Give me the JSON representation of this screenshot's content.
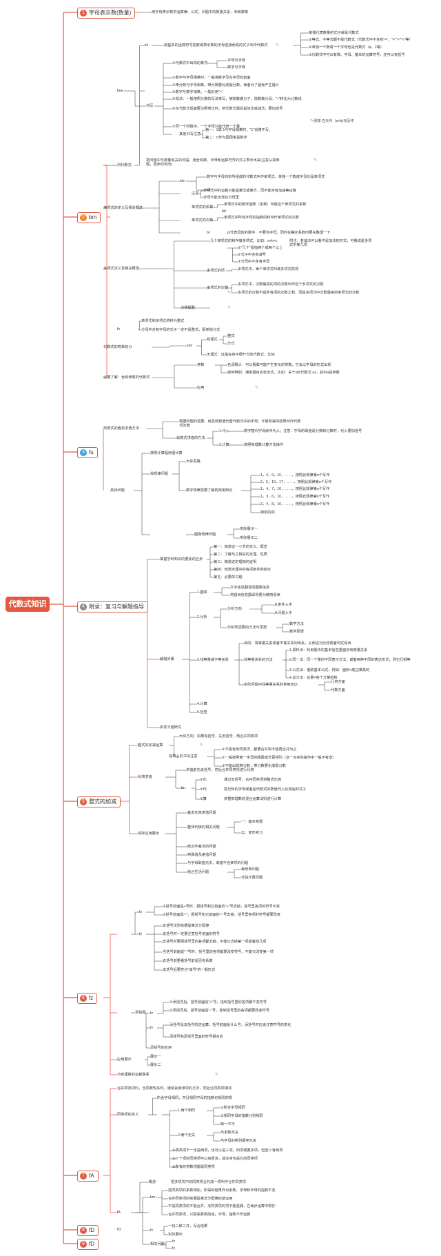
{
  "colors": {
    "root": "#e3583f",
    "branch_border": "#e3583f",
    "badges": [
      "#e3583f",
      "#e58a2c",
      "#35a7d8",
      "#8a8a8a",
      "#e3583f",
      "#e3583f",
      "#e3583f",
      "#e3583f",
      "#e3583f"
    ],
    "line": "#4a4a4a",
    "branch_line": "#e3583f"
  },
  "root": "代数式知识",
  "branches": [
    {
      "num": "1",
      "label": "字母表示数(数量)"
    },
    {
      "num": "2",
      "label": "bm"
    },
    {
      "num": "3",
      "label": "fu"
    },
    {
      "num": "4",
      "label": "附录：复习与解题指导"
    },
    {
      "num": "5",
      "label": "整式的加减"
    },
    {
      "num": "6",
      "label": "fz"
    },
    {
      "num": "7",
      "label": "fA"
    },
    {
      "num": "8",
      "label": "fD"
    },
    {
      "num": "9",
      "label": "fD"
    }
  ],
  "texts": [
    "用字母表示数学运算律、公式、问题中的数量关系、未知数等",
    "kk",
    "用基本的运算符号把数或表示数的字母连接而成的式子叫作代数式",
    "单独代表数量的式子就是代数式",
    "①等式、不等式都不是代数式（代数式中不含有\"=\"、\"≠\"\">\"\"<\"等）",
    "②单独一个数或一个字母也是代数式（a、2等）",
    "③代数式中可以有数、字母、基本的运算符号，还可以有括号",
    "bea",
    "书写",
    "①代数式中出现的乘号",
    "字母与字母",
    "数字与字母",
    "②数字与字母相乘时，一般将数字写在字母的前面",
    "③带分数与字母相乘，带分数要化成假分数，读者为了避免产生疑义",
    "④数字与数字相乘，一般仍用\"×\"",
    "⑤除法：一般按照分数的写法来写，被除数做分子，除数做分母，\"÷\"转化为分数线",
    "⑥在代数式后面要注明单位时，若代数式最后是加法或减法，要加括号",
    "例如 五元与（a+b)元写作",
    "⑦同一个问题中，一个字母只能代表一个量",
    "其他书写注意",
    "第一：1或-1与字母相乘时，\"1\"省略不写。",
    "第二：π作为圆周率是数字",
    "列代数式",
    "把问题中与数量有关的词语，用含有数、字母和运算符号的式子表示出来(注意从简单题，逐步的列出)",
    "单项式的定义及相关概念",
    "bb",
    "数字与字母的积所组成的代数式叫作单项式，单独一个数或字母也是单项式",
    "注意",
    "单项式中的运算只能是乘法或乘方，而不能含有加减等运算",
    "字母不能出现在分母里",
    "单项式的系数",
    "单项式中的数字因数（系数）叫做这个单项式的系数",
    "bd",
    "单项式的次数",
    "单项式中所有字母的指数的和叫作单项式的次数",
    "kb",
    "bt",
    "pi代表具体的数字，不要当字母；同时在确定系数时要先整理一下",
    "多项式定义及相关概念",
    "几个单项式的和叫做多项式，比如：a+b+c",
    "附注：若减法可以看作是加法的形式，可看成是多项式中某几项",
    "①\"几个\"是指两个或两个以上",
    "②式子中含有减号",
    "③分母中不含有字母",
    "多项式的项",
    "多项式中，每个单项式叫做多项式的项",
    "多项式的次数",
    "多项式中，次数最高的项的次数叫作这个多项式的次数",
    "多项式的次数不是所有项的次数之和，而是多项式中次数最高的单项式的次数",
    "点拨提醒",
    "fz",
    "单项式和多项式统称为整式",
    "分母中含有字母的式子一定不是整式，即单独分式",
    "代数式的简单划分",
    "bm",
    "有理式",
    "整式",
    "分式",
    "无理式：这指在有平根开方的代数式，比如",
    "必要了解：含有参数的代数式",
    "参数",
    "名词释义：可以看做可能产生变化的常数，它会以字母的形式出现",
    "如何辨别：通常题目会告诉式，比如：关于x的代数式 ax，其中a是参数",
    "应用",
    "代数式的值及求值方法",
    "根据问题的需要，用具体数值代替代数式中的字母，计算所得的结果叫作代数式的值",
    "代数式求值的方法",
    "1.代入",
    "数字替代字母就叫代入；注意：字母的取值是分数和分数时，代入要加括号",
    "2.计算",
    "按照有理数计算方法操作",
    "具体问题",
    "按照计算程序图计算",
    "找规律问题",
    "大体思路",
    "数字规律需要了解的常用知识",
    "1，4，9，16，……，按照此规律第n个写作",
    "2，5，10，17，……，按照此规律第n个写作",
    "1，4，7，10，……，按照此规律第n个写作",
    "1，3，6，10，……，按照此规律第n个写作",
    "2，4，8，16，……，按照此规律第n个写作",
    "特别的的",
    "图像规律问题",
    "实际展示一",
    "实际展示二",
    "掌握学科知识的要素的五步",
    "第一：知道这一小节的定义、概念",
    "第二：了解与之相关的定理、性质",
    "第三：知道这定理如何证明",
    "第四：知道定理中的各项条件和结论",
    "第五：必要的习题",
    "解题步骤",
    "1.翻译",
    "文字信息翻译成图像信息",
    "将题目信息翻译得更为精简易读",
    "2.分析",
    "分析方向",
    "从条件入手",
    "从问题入手",
    "分析所需要的方法与思想",
    "数学方法",
    "数学思想",
    "3.找等量或不等关系",
    "目的：将等量关系或者不等关系列出来，从而进行比较或者列式得出",
    "找等量关系的方法",
    "1.原料法：利用题中的基本信息里面存有等量关系",
    "2.同一法：同一个量的不同表示方法，或者两种不同的表达形式，则它们相等",
    "3.公式法：借助基本公式，例如：面积=底边乘高的",
    "4.总分法：总量=各个分量的和",
    "实际问题中找等量关系的常用知识",
    "几何方面",
    "代数方面",
    "4.计算",
    "5.检查",
    "启发习题研究",
    "整式的加减运算",
    "大体方向：如果有括号，先去括号，再合并同类项",
    "成果上的书写注意",
    "①不能含有同类项，都要合并到不能再合并为止",
    "②一般按照某一字母的降幂或升幂排列（这一点实际操作中一般不考虑）",
    "③不能出现带分数，带分数要化成假分数",
    "化简求值",
    "求值前先去括号，然后合并同类项进行化简",
    "fz",
    "①化",
    "通过去括号，合并同类项将整式化简",
    "②代",
    "把已知的字母或者是代数式的数值代入化简后的式子",
    "③算",
    "依据有理数的混合运算法则进行计算",
    "实际应用展示",
    "基本化简求值问题",
    "整体代换的相关问题",
    "一：基本考题",
    "二：变形考习",
    "结合作差法的问题",
    "特殊值及差值问题",
    "与字母取值无关，或者不含某项的问题",
    "结合生活问题",
    "每份单问题",
    "分段计费问题",
    "fz",
    "①括号前面是+号时，把括号和它前面的\"+\"号去掉，括号里各项的符号不变",
    "②括号前面是\"-\"，把括号和它前面的\"-\"号去掉，括号里各项的符号都要改变",
    "fy",
    "去括号法则依据是乘法分配律",
    "去括号时一定要注意括号前面的符号",
    "去括号时要把括号里的各项都去掉，不能只去掉第一项或者前几项",
    "当括号前面是\"-\"号时，括号里的各项都要改变符号，不能只改变第一项",
    "去括号前要看括号前是否有系数",
    "去括号后要符合\"减号\"的一般形式",
    "添括号",
    "fz",
    "①添括号后，括号前面是\"+\"号，括到括号里的各项都不变符号",
    "②添括号后，括号前面是\"-\"号，括到括号里的各项都要改变符号",
    "fy",
    "添括号是去括号的逆运算，括号前面是什么号，添括号时应该注意符号的变化",
    "添括号和添括号里面的符号相对应",
    "添括号的应用",
    "应用展示",
    "展示一",
    "展示二",
    "与有理数的运算联系",
    "合并同类项时，当项数较多时，通常会用添项的方法，然后让同类项相邻",
    "同类项的定义",
    "所含字母相同，并且相同字母的指数也相同的项",
    "1.两个相同",
    "①所含字母相同",
    "②相同字母的指数分别相同",
    "缺一不可",
    "2.两个无关",
    "与系数无关",
    "与字母的排列顺序无关",
    "①同类项不一定是两项，也可以是三项、四项或更多项，但至少有两项",
    "②一个项的同类项可以有很多，其本身也是它的同类项",
    "③所有的常数项都是同类项",
    "概念",
    "把多项式中的同类项合并成一项叫作合并同类项",
    "fA",
    "bm",
    "把同类项的系数相加，所得的结果作为系数，字母和字母的指数不变",
    "合并同类项的依据是乘法分配律的逆运用",
    "不是同类项的不能合并，无同类项的项不能遗漏，在每步运算中照抄",
    "合并同类项，只把系数相加减，字母、指数不作运算",
    "fv",
    "一找二移三并，写合结果",
    "实际展示",
    "相关问题",
    "fz",
    "fy",
    "fD"
  ]
}
